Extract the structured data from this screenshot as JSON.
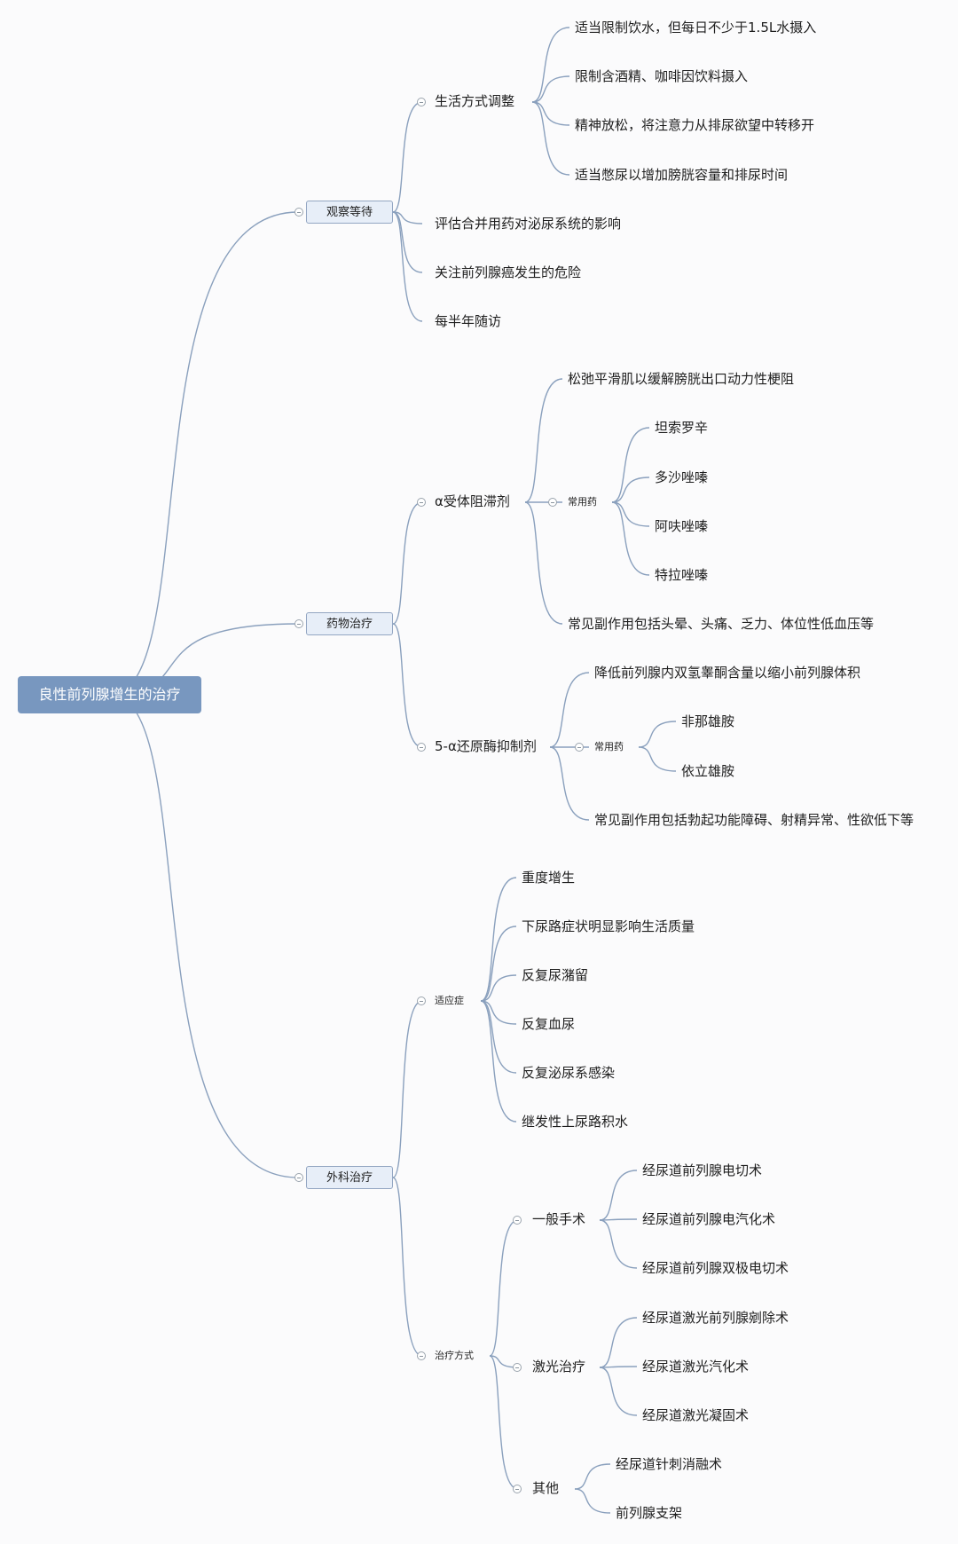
{
  "root": "良性前列腺增生的治疗",
  "watch": {
    "label": "观察等待",
    "lifestyle": {
      "label": "生活方式调整",
      "items": [
        "适当限制饮水，但每日不少于1.5L水摄入",
        "限制含酒精、咖啡因饮料摄入",
        "精神放松，将注意力从排尿欲望中转移开",
        "适当憋尿以增加膀胱容量和排尿时间"
      ]
    },
    "others": [
      "评估合并用药对泌尿系统的影响",
      "关注前列腺癌发生的危险",
      "每半年随访"
    ]
  },
  "drug": {
    "label": "药物治疗",
    "alpha": {
      "label": "α受体阻滞剂",
      "effect": "松弛平滑肌以缓解膀胱出口动力性梗阻",
      "common_label": "常用药",
      "drugs": [
        "坦索罗辛",
        "多沙唑嗪",
        "阿呋唑嗪",
        "特拉唑嗪"
      ],
      "side": "常见副作用包括头晕、头痛、乏力、体位性低血压等"
    },
    "five": {
      "label": "5-α还原酶抑制剂",
      "effect": "降低前列腺内双氢睾酮含量以缩小前列腺体积",
      "common_label": "常用药",
      "drugs": [
        "非那雄胺",
        "依立雄胺"
      ],
      "side": "常见副作用包括勃起功能障碍、射精异常、性欲低下等"
    }
  },
  "surgery": {
    "label": "外科治疗",
    "indication": {
      "label": "适应症",
      "items": [
        "重度增生",
        "下尿路症状明显影响生活质量",
        "反复尿潴留",
        "反复血尿",
        "反复泌尿系感染",
        "继发性上尿路积水"
      ]
    },
    "methods": {
      "label": "治疗方式",
      "general": {
        "label": "一般手术",
        "items": [
          "经尿道前列腺电切术",
          "经尿道前列腺电汽化术",
          "经尿道前列腺双极电切术"
        ]
      },
      "laser": {
        "label": "激光治疗",
        "items": [
          "经尿道激光前列腺剜除术",
          "经尿道激光汽化术",
          "经尿道激光凝固术"
        ]
      },
      "other": {
        "label": "其他",
        "items": [
          "经尿道针刺消融术",
          "前列腺支架"
        ]
      }
    }
  }
}
